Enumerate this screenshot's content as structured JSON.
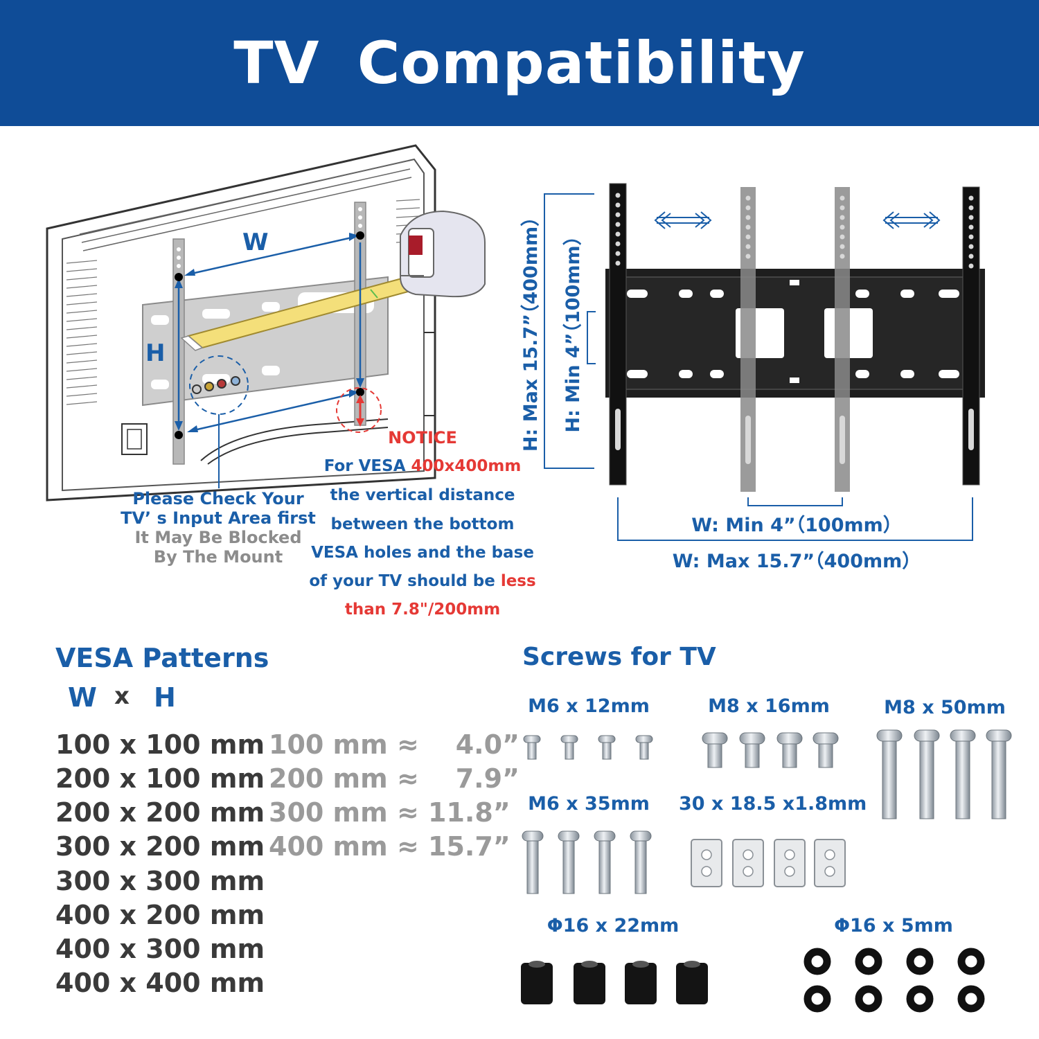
{
  "header": {
    "title": "TV  Compatibility"
  },
  "tv_diagram": {
    "w_label": "W",
    "h_label": "H",
    "check_line1": "Please Check Your",
    "check_line2": "TV’ s Input Area first",
    "blocked_line1": "It May Be Blocked",
    "blocked_line2": "By The Mount",
    "notice_title": "NOTICE",
    "notice_prefix": "For VESA ",
    "notice_vesa": "400x400mm",
    "notice_line2": "the vertical distance",
    "notice_line3": "between the bottom",
    "notice_line4": "VESA holes and the base",
    "notice_line5_prefix": "of your TV should be ",
    "notice_line5_red": "less",
    "notice_line6": "than 7.8\"/200mm"
  },
  "mount_diagram": {
    "h_max": "H:  Max  15.7”（400mm）",
    "h_min": "H:  Min  4”（100mm）",
    "w_min": "W:  Min  4”（100mm）",
    "w_max": "W:  Max  15.7”（400mm）"
  },
  "vesa": {
    "title": "VESA Patterns",
    "w": "W",
    "x": "x",
    "h": "H",
    "patterns": [
      "100 x 100 mm",
      "200 x 100 mm",
      "200 x 200 mm",
      "300 x 200 mm",
      "300 x 300 mm",
      "400 x 200 mm",
      "400 x 300 mm",
      "400 x 400 mm"
    ],
    "conversions": [
      "100 mm ≈    4.0”",
      "200 mm ≈    7.9”",
      "300 mm ≈ 11.8”",
      "400 mm ≈ 15.7”"
    ]
  },
  "screws": {
    "title": "Screws for TV",
    "m6x12": "M6 x 12mm",
    "m8x16": "M8 x 16mm",
    "m8x50": "M8 x 50mm",
    "m6x35": "M6 x 35mm",
    "washer_plate": "30 x 18.5 x1.8mm",
    "spacer": "Φ16 x 22mm",
    "washer": "Φ16 x 5mm"
  },
  "colors": {
    "banner": "#0f4c97",
    "label_blue": "#1a5ea8",
    "notice_red": "#e53935",
    "level_yellow": "#f4df7a"
  }
}
